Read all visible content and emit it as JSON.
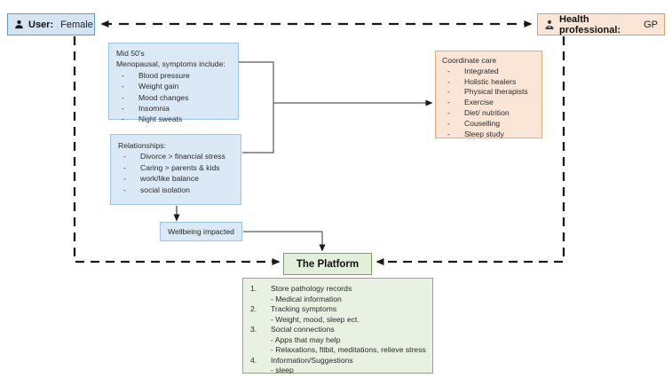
{
  "diagram": {
    "bullet_char": "-",
    "user_box": {
      "label": "User:",
      "value": "Female"
    },
    "hp_box": {
      "label": "Health professional:",
      "value": "GP"
    },
    "symptoms_box": {
      "line1": "Mid 50's",
      "line2": "Menopausal, symptoms include:",
      "items": [
        "Blood pressure",
        "Weight gain",
        "Mood changes",
        "Insomnia",
        "Night sweats"
      ]
    },
    "relationships_box": {
      "title": "Relationships:",
      "items": [
        "Divorce > financial stress",
        "Caring > parents & kids",
        "work/like balance",
        "social isolation"
      ]
    },
    "care_box": {
      "title": "Coordinate care",
      "items": [
        "Integrated",
        "Holistic healers",
        "Physical therapists",
        "Exercise",
        "Diet/ nutrition",
        "Couselling",
        "Sleep study"
      ]
    },
    "wellbeing_box": {
      "label": "Wellbeing impacted"
    },
    "platform_box": {
      "label": "The Platform"
    },
    "features_box": {
      "items": [
        {
          "num": "1.",
          "title": "Store pathology records",
          "sub1": "- Medical information",
          "sub2": ""
        },
        {
          "num": "2.",
          "title": "Tracking symptoms",
          "sub1": "- Weight, mood,  sleep ect.",
          "sub2": ""
        },
        {
          "num": "3.",
          "title": "Social connections",
          "sub1": "- Apps that may help",
          "sub2": "- Relaxations, fitbit, meditations, relieve stress"
        },
        {
          "num": "4.",
          "title": "Information/Suggestions",
          "sub1": "- sleep",
          "sub2": ""
        }
      ]
    },
    "colors": {
      "blue_fill": "#dbe9f6",
      "blue_border": "#9cc2e5",
      "user_fill": "#d6e4f2",
      "user_border": "#5b9bd5",
      "peach_fill": "#fbe5d6",
      "peach_border": "#eba879",
      "platform_fill": "#e2efda",
      "platform_border": "#70ad47",
      "green_fill": "#e9f1e3",
      "green_border": "#8fa982",
      "wire_dark": "#1a1a1a",
      "wire_gray": "#595959"
    }
  }
}
